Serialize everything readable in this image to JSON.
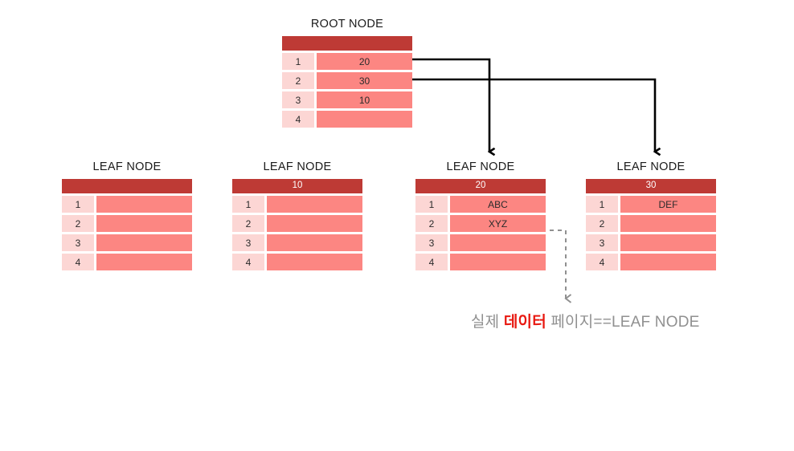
{
  "diagram": {
    "title_root": "ROOT NODE",
    "title_leaf": "LEAF NODE",
    "colors": {
      "header": "#be3a35",
      "index_cell": "#fcd6d4",
      "value_cell": "#fc8682",
      "connector": "#000000",
      "dashed_connector": "#909090",
      "caption_text": "#909090",
      "caption_highlight": "#e8170f"
    },
    "root_node": {
      "name": "ROOT NODE",
      "header": "",
      "rows": [
        {
          "index": "1",
          "value": "20"
        },
        {
          "index": "2",
          "value": "30"
        },
        {
          "index": "3",
          "value": "10"
        },
        {
          "index": "4",
          "value": ""
        }
      ]
    },
    "leaf_nodes": [
      {
        "name": "LEAF NODE",
        "header": "",
        "rows": [
          {
            "index": "1",
            "value": ""
          },
          {
            "index": "2",
            "value": ""
          },
          {
            "index": "3",
            "value": ""
          },
          {
            "index": "4",
            "value": ""
          }
        ]
      },
      {
        "name": "LEAF NODE",
        "header": "10",
        "rows": [
          {
            "index": "1",
            "value": ""
          },
          {
            "index": "2",
            "value": ""
          },
          {
            "index": "3",
            "value": ""
          },
          {
            "index": "4",
            "value": ""
          }
        ]
      },
      {
        "name": "LEAF NODE",
        "header": "20",
        "rows": [
          {
            "index": "1",
            "value": "ABC"
          },
          {
            "index": "2",
            "value": "XYZ"
          },
          {
            "index": "3",
            "value": ""
          },
          {
            "index": "4",
            "value": ""
          }
        ]
      },
      {
        "name": "LEAF NODE",
        "header": "30",
        "rows": [
          {
            "index": "1",
            "value": "DEF"
          },
          {
            "index": "2",
            "value": ""
          },
          {
            "index": "3",
            "value": ""
          },
          {
            "index": "4",
            "value": ""
          }
        ]
      }
    ],
    "caption": {
      "prefix": "실제 ",
      "highlight": "데이터",
      "suffix": " 페이지==LEAF NODE"
    }
  }
}
